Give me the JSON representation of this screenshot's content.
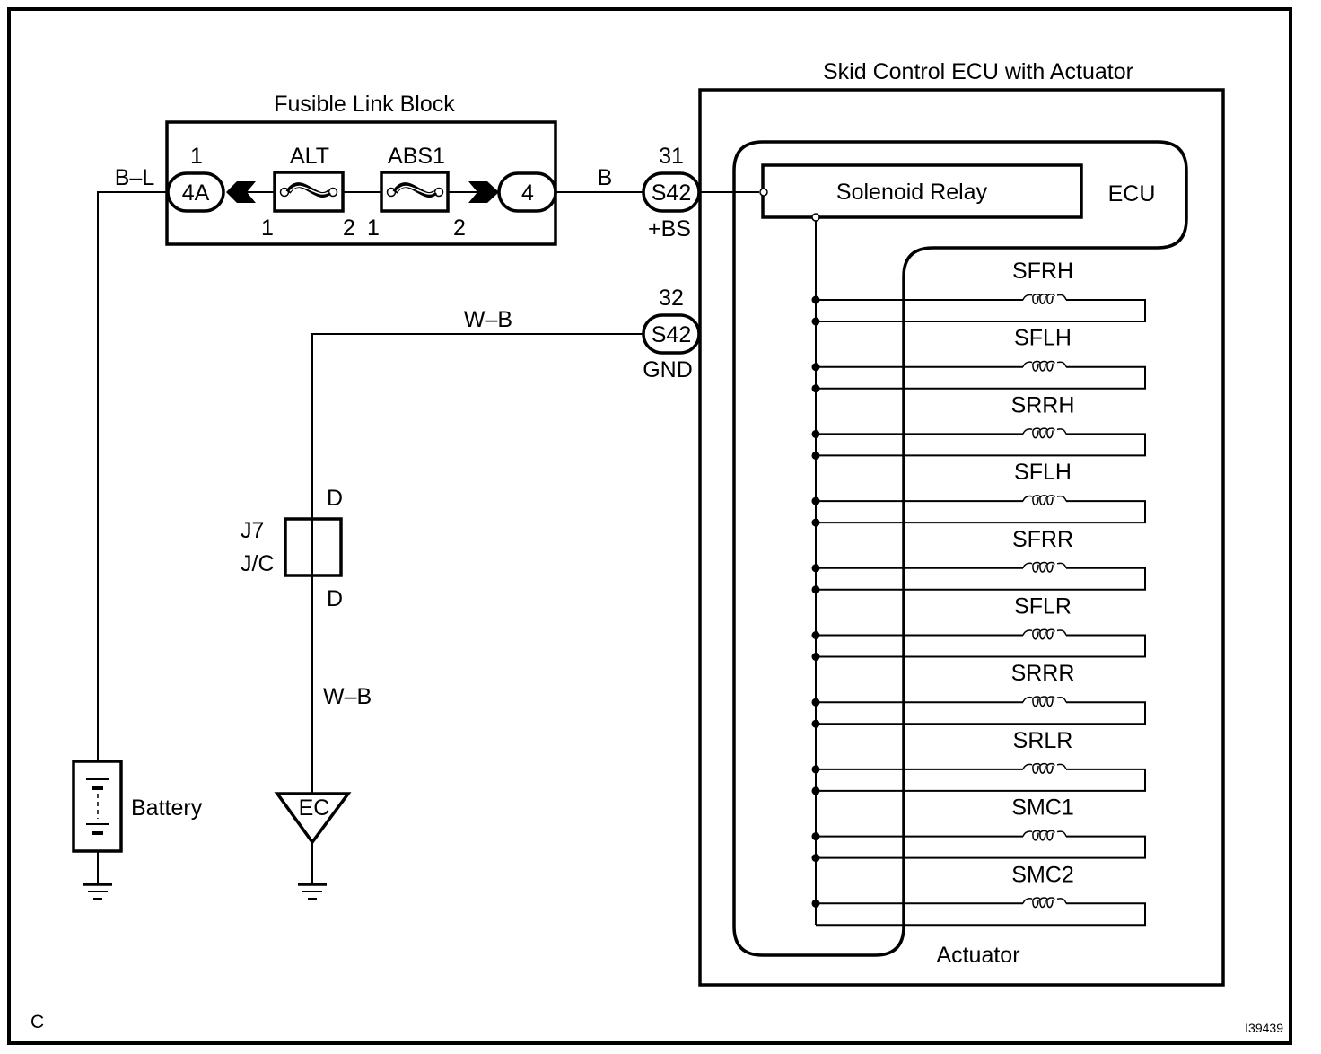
{
  "diagram": {
    "corner_label": "C",
    "figure_id": "I39439",
    "fusible_link_block": {
      "title": "Fusible Link Block",
      "connector_left": {
        "id": "4A",
        "pin": "1"
      },
      "connector_right": {
        "id": "4"
      },
      "fuses": [
        {
          "name": "ALT",
          "pin_left": "1",
          "pin_right": "2"
        },
        {
          "name": "ABS1",
          "pin_left": "1",
          "pin_right": "2"
        }
      ]
    },
    "wires": {
      "battery_feed": "B–L",
      "ecu_feed": "B",
      "ground_upper": "W–B",
      "ground_lower": "W–B"
    },
    "ecu_connectors": [
      {
        "pin": "31",
        "id": "S42",
        "terminal": "+BS"
      },
      {
        "pin": "32",
        "id": "S42",
        "terminal": "GND"
      }
    ],
    "skid_control": {
      "title": "Skid Control ECU with Actuator",
      "ecu_label": "ECU",
      "relay_label": "Solenoid Relay",
      "actuator_label": "Actuator",
      "solenoids": [
        "SFRH",
        "SFLH",
        "SRRH",
        "SFLH",
        "SFRR",
        "SFLR",
        "SRRR",
        "SRLR",
        "SMC1",
        "SMC2"
      ]
    },
    "junction": {
      "name": "J7",
      "type": "J/C",
      "pin_top": "D",
      "pin_bottom": "D"
    },
    "battery_label": "Battery",
    "ground_point": "EC"
  }
}
